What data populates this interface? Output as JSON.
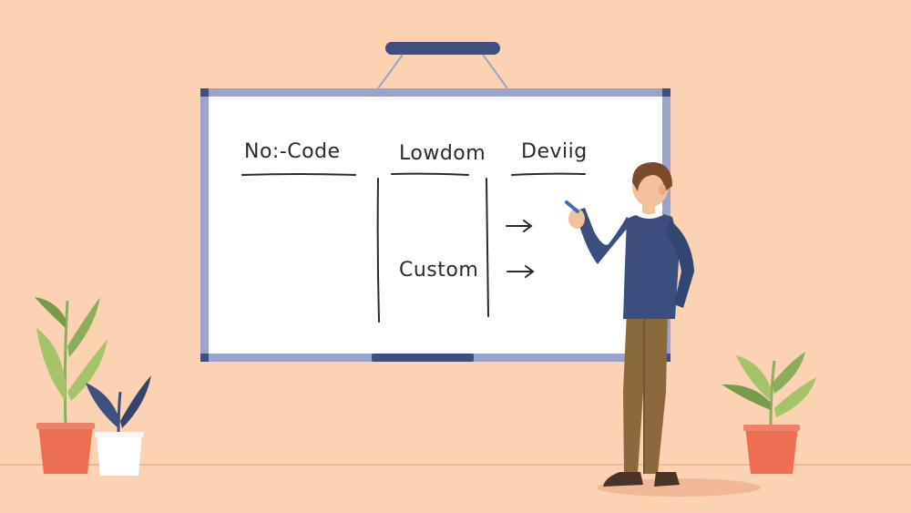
{
  "whiteboard": {
    "headers": [
      "No:-Code",
      "Lowdom",
      "Deviig"
    ],
    "entries": [
      "Custom"
    ],
    "arrows": 2
  },
  "colors": {
    "background": "#fbd3b3",
    "board_frame": "#9aa3c9",
    "board_surface": "#ffffff",
    "hanger": "#3f4f7e",
    "sweater": "#3a4f7e",
    "trousers": "#8a6a3a",
    "hair": "#7a4a2a",
    "pot": "#ee6e52",
    "white_pot": "#ffffff",
    "leaf_green": "#8cae5a",
    "leaf_navy": "#3f4f7e"
  }
}
